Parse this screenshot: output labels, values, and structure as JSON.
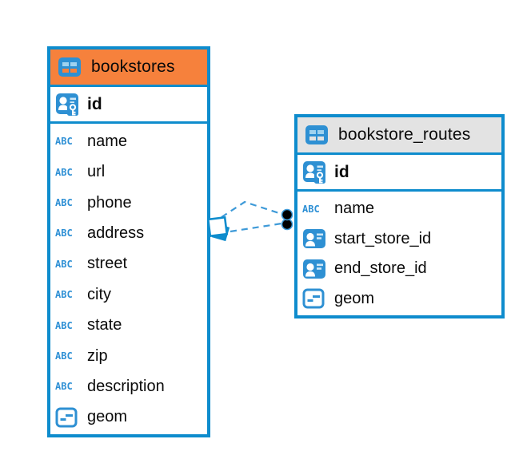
{
  "diagram": {
    "background": "#ffffff",
    "entity_border_color": "#0e8ccd",
    "relationship_line_color": "#3e9ad8",
    "relationship_line_style": "dashed",
    "icon_blue": "#2e90d3"
  },
  "icons": {
    "abc_glyph": "ABC"
  },
  "tables": [
    {
      "name": "bookstores",
      "header_color": "#f6813c",
      "primary_key": {
        "name": "id",
        "icon": "primary-key-icon"
      },
      "columns": [
        {
          "name": "name",
          "icon": "varchar-icon"
        },
        {
          "name": "url",
          "icon": "varchar-icon"
        },
        {
          "name": "phone",
          "icon": "varchar-icon"
        },
        {
          "name": "address",
          "icon": "varchar-icon"
        },
        {
          "name": "street",
          "icon": "varchar-icon"
        },
        {
          "name": "city",
          "icon": "varchar-icon"
        },
        {
          "name": "state",
          "icon": "varchar-icon"
        },
        {
          "name": "zip",
          "icon": "varchar-icon"
        },
        {
          "name": "description",
          "icon": "varchar-icon"
        },
        {
          "name": "geom",
          "icon": "geometry-icon"
        }
      ]
    },
    {
      "name": "bookstore_routes",
      "header_color": "#e3e3e3",
      "primary_key": {
        "name": "id",
        "icon": "primary-key-icon"
      },
      "columns": [
        {
          "name": "name",
          "icon": "varchar-icon"
        },
        {
          "name": "start_store_id",
          "icon": "reference-icon"
        },
        {
          "name": "end_store_id",
          "icon": "reference-icon"
        },
        {
          "name": "geom",
          "icon": "geometry-icon"
        }
      ]
    }
  ],
  "relationships": [
    {
      "from": "bookstores",
      "to": "bookstore_routes",
      "style": "dashed"
    },
    {
      "from": "bookstores",
      "to": "bookstore_routes",
      "style": "dashed"
    }
  ]
}
